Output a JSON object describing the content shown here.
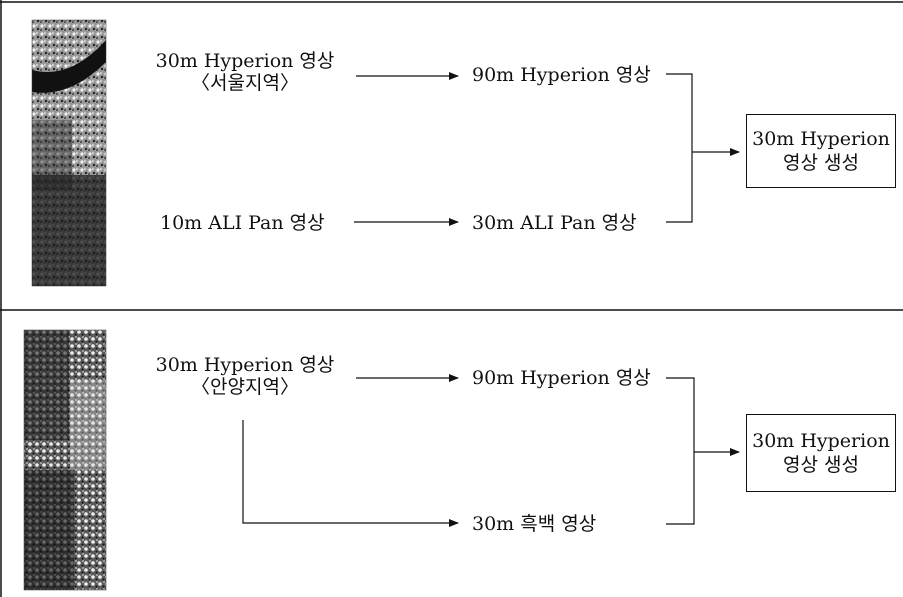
{
  "top": {
    "source_label": "30m Hyperion 영상",
    "source_region": "〈서울지역〉",
    "second_label": "10m ALI Pan 영상",
    "mid_top_label": "90m Hyperion 영상",
    "mid_bottom_label": "30m ALI Pan 영상",
    "output_line1": "30m Hyperion",
    "output_line2": "영상 생성"
  },
  "bottom": {
    "source_label": "30m Hyperion 영상",
    "source_region": "〈안양지역〉",
    "mid_top_label": "90m Hyperion 영상",
    "mid_bottom_label": "30m 흑백 영상",
    "output_line1": "30m Hyperion",
    "output_line2": "영상 생성"
  }
}
